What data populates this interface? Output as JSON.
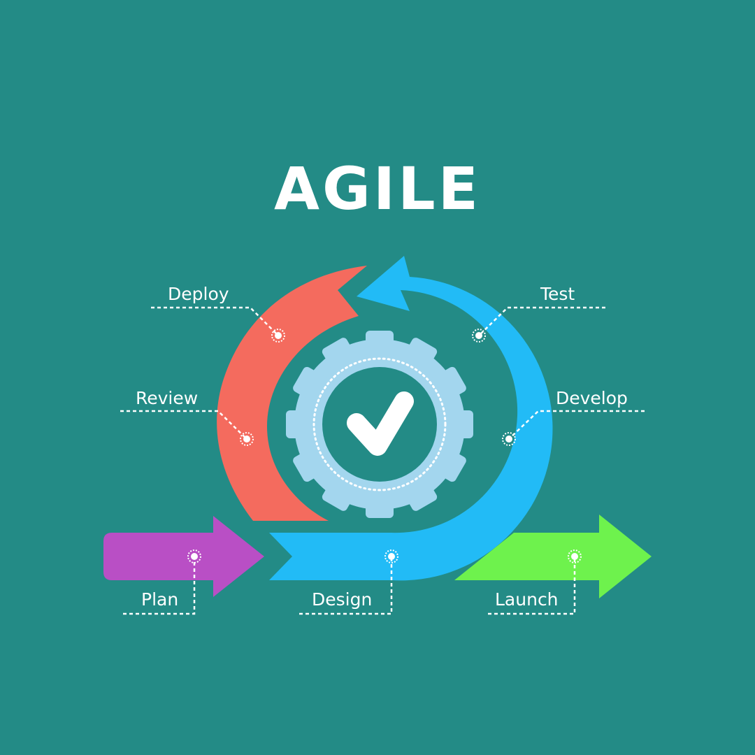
{
  "title": "AGILE",
  "stages": {
    "plan": "Plan",
    "design": "Design",
    "develop": "Develop",
    "test": "Test",
    "deploy": "Deploy",
    "review": "Review",
    "launch": "Launch"
  },
  "center_icon": "checkmark-gear-icon",
  "colors": {
    "background": "#238b86",
    "plan_arrow": "#b94fc5",
    "cycle_red": "#f46b5e",
    "cycle_blue": "#22bbf6",
    "launch_arrow": "#6ef24d",
    "gear": "#a3d6ee",
    "text": "#ffffff"
  }
}
